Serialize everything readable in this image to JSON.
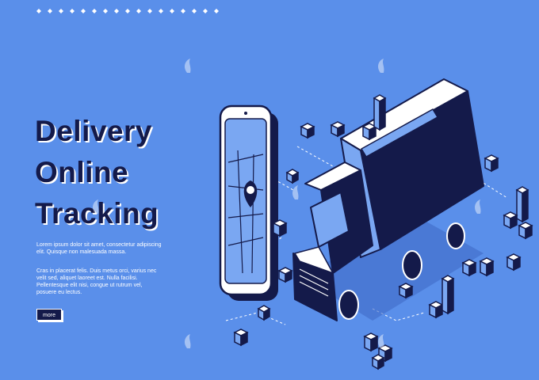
{
  "banner": {
    "title_lines": [
      "Delivery",
      "Online",
      "Tracking"
    ],
    "paragraph_1": "Lorem ipsum dolor sit amet, consectetur adipiscing elit. Quisque non malesuada massa.",
    "paragraph_2": "Cras in placerat felis. Duis metus orci, varius nec velit sed, aliquet laoreet est. Nulla facilisi. Pellentesque elit nisi, congue ut rutrum vel, posuere eu lectus.",
    "more_label": "more"
  },
  "colors": {
    "background": "#5a8fea",
    "ink": "#141a4a",
    "highlight": "#ffffff",
    "screen": "#7aa7f2"
  },
  "icons": [
    "dots-decoration-icon",
    "smartphone-icon",
    "map-pin-icon",
    "delivery-truck-icon",
    "parcel-box-icon",
    "watermark-icon"
  ]
}
